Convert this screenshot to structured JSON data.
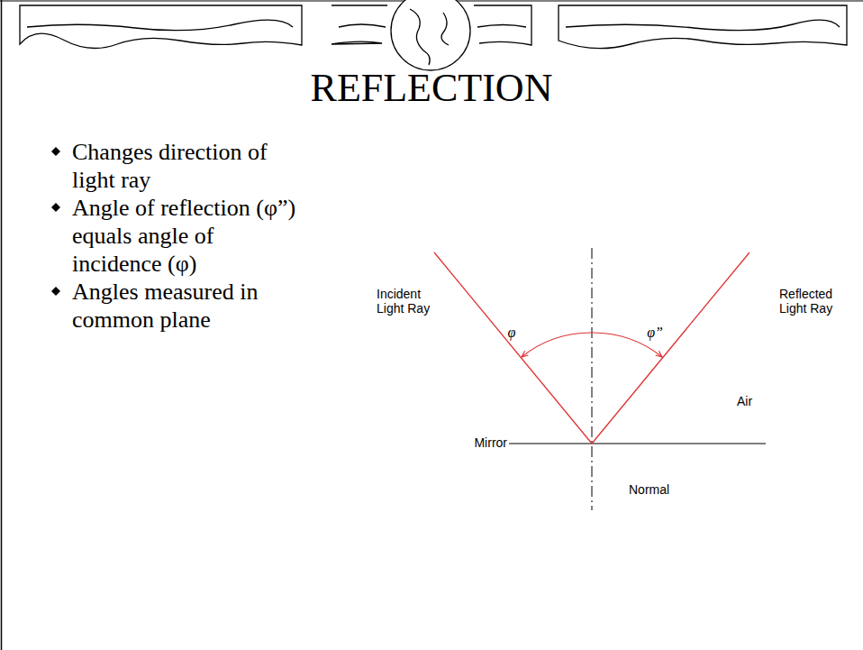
{
  "diagram": {
    "title": "REFLECTION",
    "labels": [
      "Changes direction of light ray",
      "Angle of reflection (φ”) equals angle of incidence (φ)",
      "Angles measured in common plane",
      "Incident Light Ray",
      "Reflected Light Ray",
      "φ",
      "φ”",
      "Air",
      "Mirror",
      "Normal"
    ]
  }
}
